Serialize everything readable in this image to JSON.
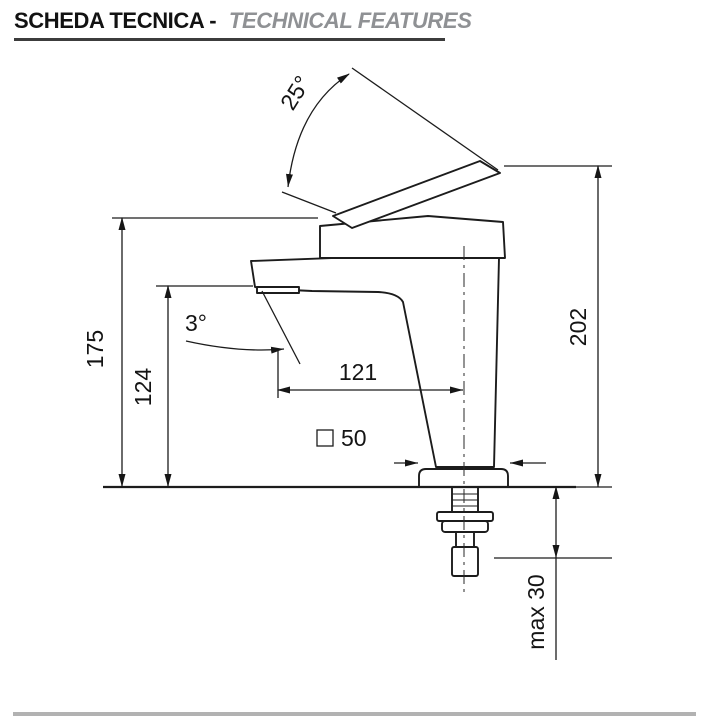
{
  "header": {
    "title": "SCHEDA TECNICA -",
    "subtitle": "TECHNICAL FEATURES"
  },
  "drawing": {
    "dimensions": {
      "handle_angle": "25°",
      "total_height": "202",
      "body_height": "175",
      "outlet_height": "124",
      "spout_angle": "3°",
      "spout_reach": "121",
      "base_size": "50",
      "max_thickness": "max 30"
    }
  }
}
